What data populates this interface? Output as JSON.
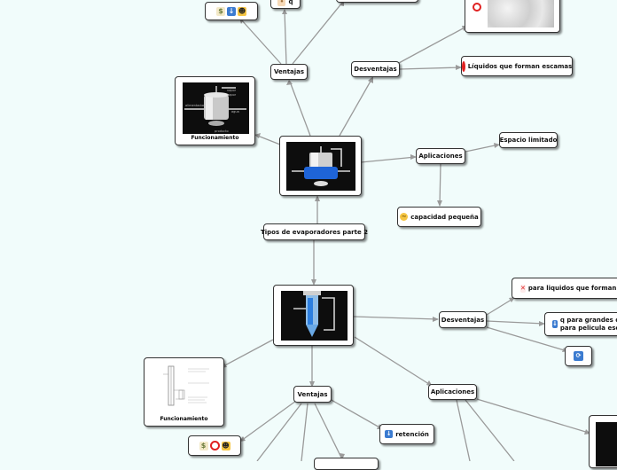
{
  "title": "Tipos de evaporadores parte 2",
  "top_branch": {
    "ventajas": "Ventajas",
    "desventajas": "Desventajas",
    "aplicaciones": "Aplicaciones",
    "funcionamiento": "Funcionamiento",
    "q_label": "q",
    "liquidos_escamas": "Líquidos que forman escamas",
    "espacio_limitado": "Espacio limitado",
    "capacidad_pequena": "capacidad pequeña",
    "image_labels": [
      "vapor",
      "vapor",
      "alimentacion",
      "agua",
      "producto"
    ]
  },
  "bottom_branch": {
    "ventajas": "Ventajas",
    "desventajas": "Desventajas",
    "aplicaciones": "Aplicaciones",
    "funcionamiento": "Funcionamiento",
    "liquidos_escamas": "para liquidos que forman escamas",
    "q_grandes_line1": "q para grandes d",
    "q_grandes_line2": "para pelicula esc",
    "retencion": "retención"
  },
  "colors": {
    "background": "#f1fcfb",
    "edge": "#9a9a9a",
    "blue_icon": "#3b7bd0",
    "red_icon": "#e02020"
  }
}
